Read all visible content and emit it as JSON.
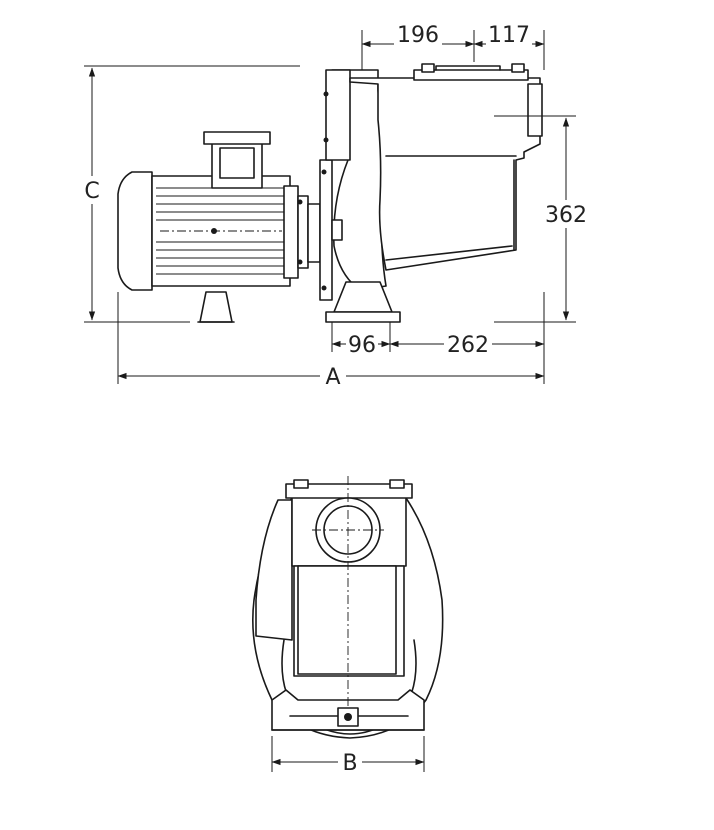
{
  "drawing": {
    "side_view": {
      "dim_top_left": "196",
      "dim_top_right": "117",
      "dim_height_left": "C",
      "dim_height_right": "362",
      "dim_bottom_left": "96",
      "dim_bottom_right": "262",
      "dim_overall_length": "A"
    },
    "front_view": {
      "dim_width": "B"
    }
  }
}
